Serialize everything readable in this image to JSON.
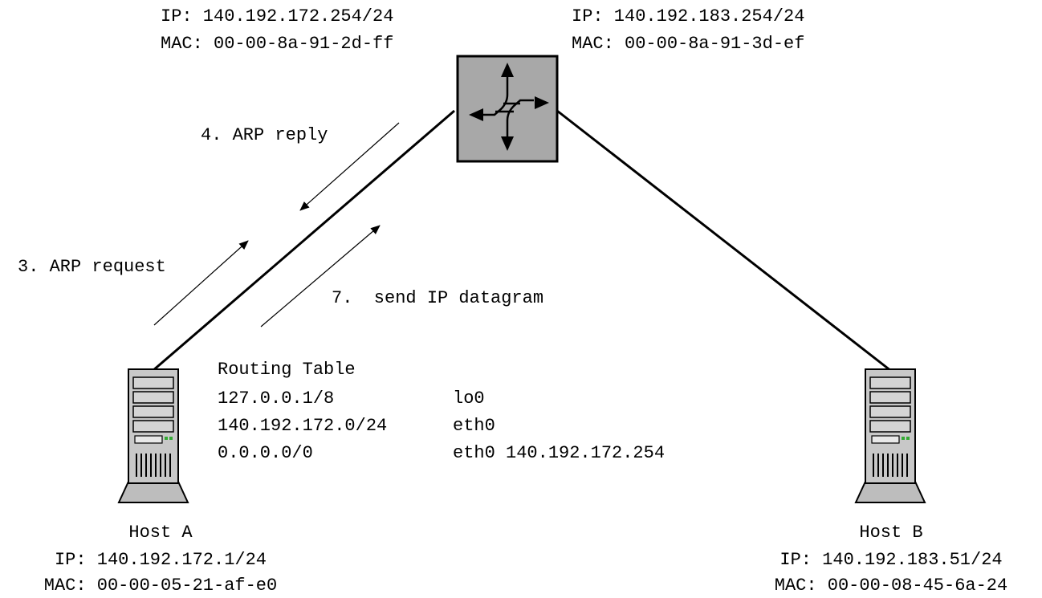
{
  "router": {
    "left_if": {
      "ip": "IP: 140.192.172.254/24",
      "mac": "MAC: 00-00-8a-91-2d-ff"
    },
    "right_if": {
      "ip": "IP: 140.192.183.254/24",
      "mac": "MAC: 00-00-8a-91-3d-ef"
    },
    "icon": "router-cross-arrows-icon"
  },
  "steps": {
    "arp_reply": "4. ARP reply",
    "arp_request": "3. ARP request",
    "send_ip": "7.  send IP datagram"
  },
  "routing_table": {
    "title": "Routing Table",
    "rows": [
      {
        "dest": "127.0.0.1/8",
        "iface": "lo0"
      },
      {
        "dest": "140.192.172.0/24",
        "iface": "eth0"
      },
      {
        "dest": "0.0.0.0/0",
        "iface": "eth0 140.192.172.254"
      }
    ]
  },
  "host_a": {
    "name": "Host A",
    "ip": "IP: 140.192.172.1/24",
    "mac": "MAC: 00-00-05-21-af-e0",
    "icon": "server-tower-icon"
  },
  "host_b": {
    "name": "Host B",
    "ip": "IP: 140.192.183.51/24",
    "mac": "MAC: 00-00-08-45-6a-24",
    "icon": "server-tower-icon"
  },
  "colors": {
    "router_fill": "#a8a8a8",
    "server_fill": "#c8c8c8",
    "line": "#000000"
  }
}
